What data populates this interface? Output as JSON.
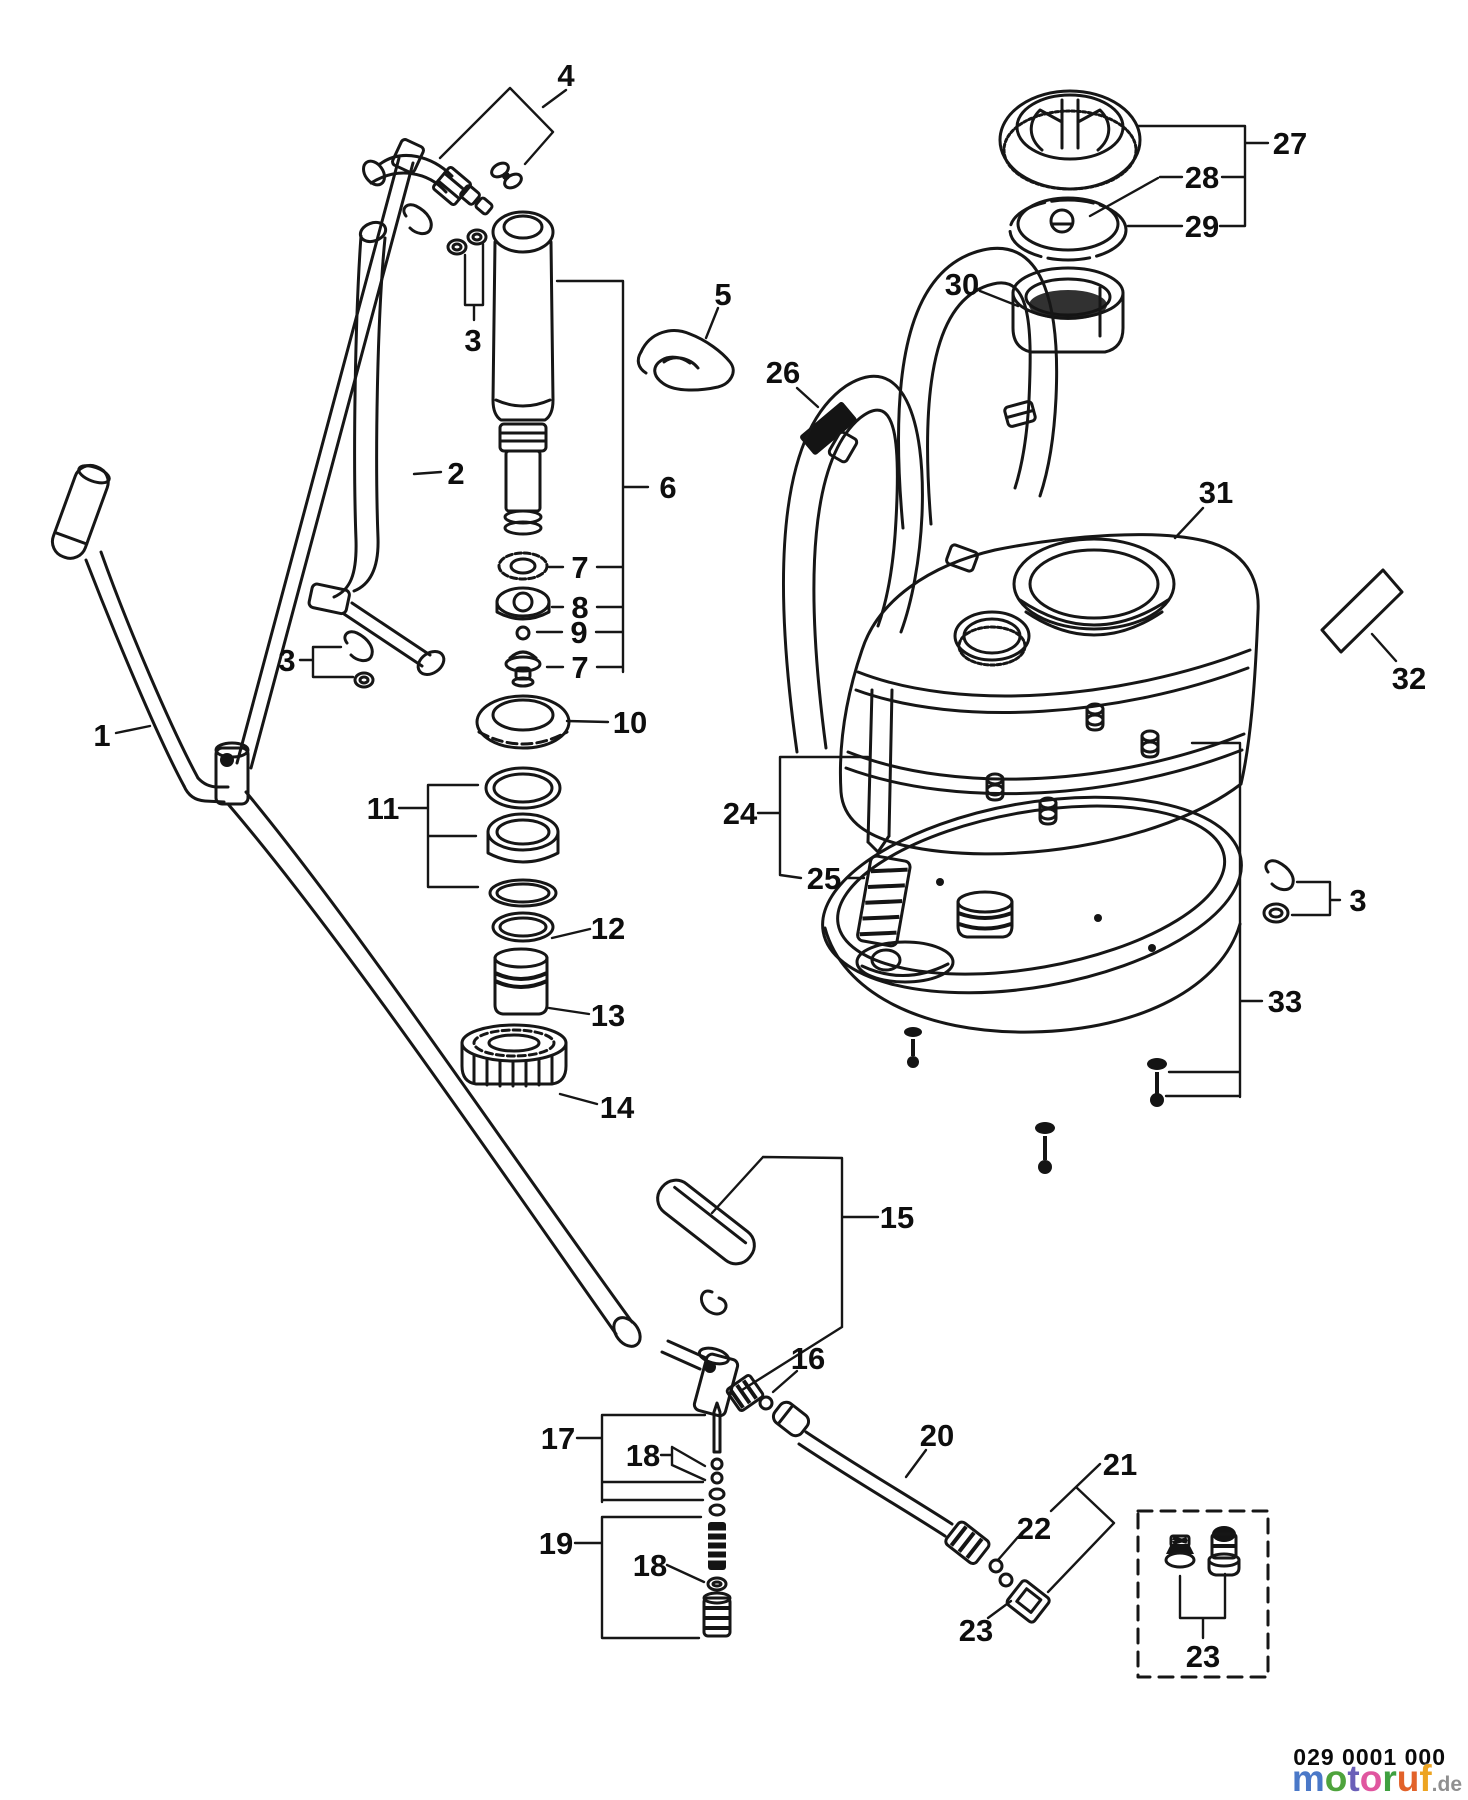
{
  "page": {
    "type": "exploded-parts-diagram",
    "subject": "backpack sprayer parts diagram",
    "background": "#ffffff",
    "line_color": "#161616"
  },
  "callouts": [
    {
      "id": "part-4",
      "label": "4"
    },
    {
      "id": "part-27",
      "label": "27"
    },
    {
      "id": "part-28",
      "label": "28"
    },
    {
      "id": "part-29",
      "label": "29"
    },
    {
      "id": "part-30",
      "label": "30"
    },
    {
      "id": "part-5",
      "label": "5"
    },
    {
      "id": "part-3-top",
      "label": "3"
    },
    {
      "id": "part-26",
      "label": "26"
    },
    {
      "id": "part-2",
      "label": "2"
    },
    {
      "id": "part-6",
      "label": "6"
    },
    {
      "id": "part-31",
      "label": "31"
    },
    {
      "id": "part-7-upper",
      "label": "7"
    },
    {
      "id": "part-8",
      "label": "8"
    },
    {
      "id": "part-9",
      "label": "9"
    },
    {
      "id": "part-7-lower",
      "label": "7"
    },
    {
      "id": "part-3-left",
      "label": "3"
    },
    {
      "id": "part-32",
      "label": "32"
    },
    {
      "id": "part-10",
      "label": "10"
    },
    {
      "id": "part-1",
      "label": "1"
    },
    {
      "id": "part-11",
      "label": "11"
    },
    {
      "id": "part-24",
      "label": "24"
    },
    {
      "id": "part-25",
      "label": "25"
    },
    {
      "id": "part-3-right",
      "label": "3"
    },
    {
      "id": "part-12",
      "label": "12"
    },
    {
      "id": "part-33",
      "label": "33"
    },
    {
      "id": "part-13",
      "label": "13"
    },
    {
      "id": "part-14",
      "label": "14"
    },
    {
      "id": "part-15",
      "label": "15"
    },
    {
      "id": "part-16",
      "label": "16"
    },
    {
      "id": "part-20",
      "label": "20"
    },
    {
      "id": "part-17",
      "label": "17"
    },
    {
      "id": "part-18-upper",
      "label": "18"
    },
    {
      "id": "part-21",
      "label": "21"
    },
    {
      "id": "part-22",
      "label": "22"
    },
    {
      "id": "part-19",
      "label": "19"
    },
    {
      "id": "part-18-lower",
      "label": "18"
    },
    {
      "id": "part-23-left",
      "label": "23"
    },
    {
      "id": "part-23-box",
      "label": "23"
    }
  ],
  "footer": {
    "part_code": "029 0001 000"
  },
  "watermark": {
    "letters": [
      {
        "ch": "m",
        "color": "#4a78c8"
      },
      {
        "ch": "o",
        "color": "#4ea33c"
      },
      {
        "ch": "t",
        "color": "#6a5fb8"
      },
      {
        "ch": "o",
        "color": "#e0569f"
      },
      {
        "ch": "r",
        "color": "#3fa03f"
      },
      {
        "ch": "u",
        "color": "#e2622a"
      },
      {
        "ch": "f",
        "color": "#eda421"
      }
    ],
    "suffix": ".de",
    "suffix_color": "#8f8f8f"
  }
}
